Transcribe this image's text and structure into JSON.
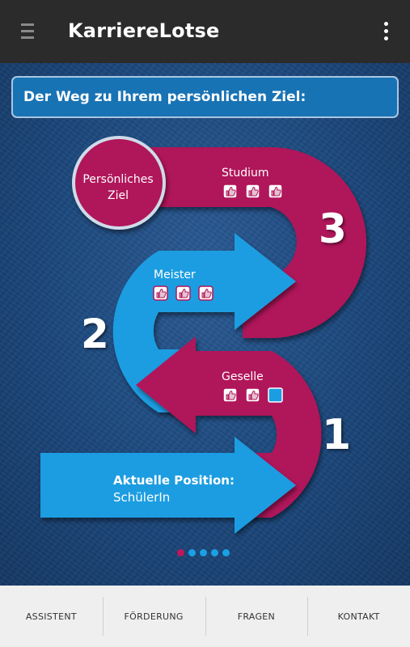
{
  "app": {
    "title": "KarriereLotse"
  },
  "heading": "Der Weg zu Ihrem persönlichen Ziel:",
  "goal": {
    "line1": "Persönliches",
    "line2": "Ziel"
  },
  "steps": [
    {
      "number": "3",
      "label": "Studium",
      "thumbs_filled": 3,
      "thumbs_total": 3
    },
    {
      "number": "2",
      "label": "Meister",
      "thumbs_filled": 3,
      "thumbs_total": 3
    },
    {
      "number": "1",
      "label": "Geselle",
      "thumbs_filled": 2,
      "thumbs_total": 3
    }
  ],
  "position": {
    "title": "Aktuelle Position:",
    "value": "SchülerIn"
  },
  "pager": {
    "pages": 5,
    "active_index": 0
  },
  "bottom_nav": [
    "ASSISTENT",
    "FÖRDERUNG",
    "FRAGEN",
    "KONTAKT"
  ],
  "colors": {
    "magenta": "#b0145a",
    "blue": "#1c9de1",
    "appbar": "#2b2b2b",
    "background": "#1d4a80"
  },
  "icons": {
    "menu": "hamburger-icon",
    "more": "overflow-menu-icon",
    "thumb": "thumbs-up-icon"
  }
}
